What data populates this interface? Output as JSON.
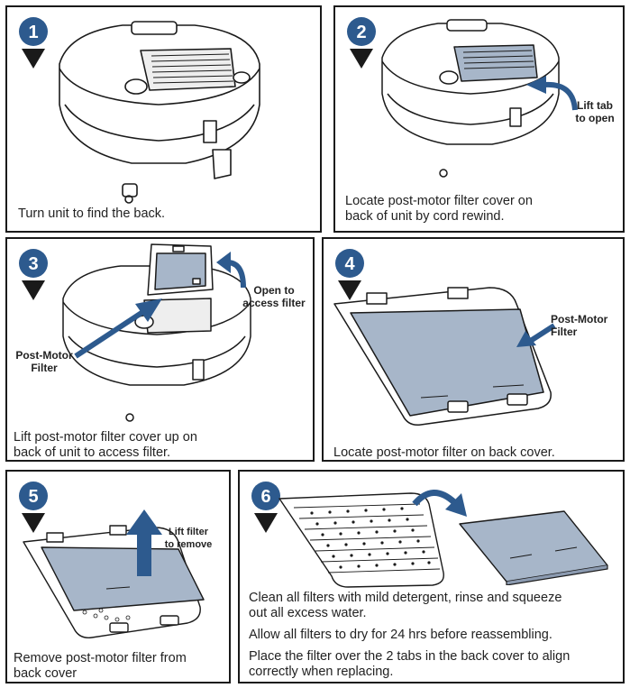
{
  "steps": [
    {
      "number": "1",
      "caption": [
        "Turn unit to find the back."
      ]
    },
    {
      "number": "2",
      "caption": [
        "Locate post-motor filter cover on",
        "back of unit by cord rewind."
      ],
      "callout": [
        "Lift tab",
        "to open"
      ]
    },
    {
      "number": "3",
      "caption": [
        "Lift post-motor filter cover up on",
        "back of unit to access filter."
      ],
      "callout_open": [
        "Open to",
        "access filter"
      ],
      "callout_filter": [
        "Post-Motor",
        "Filter"
      ]
    },
    {
      "number": "4",
      "caption": [
        "Locate post-motor filter on back cover."
      ],
      "callout": [
        "Post-Motor",
        "Filter"
      ]
    },
    {
      "number": "5",
      "caption": [
        "Remove post-motor filter from",
        "back cover"
      ],
      "callout": [
        "Lift filter",
        "to remove"
      ]
    },
    {
      "number": "6",
      "paragraphs": [
        [
          "Clean all filters with mild detergent, rinse and squeeze",
          "out all excess water."
        ],
        [
          "Allow all filters to dry for 24 hrs before reassembling."
        ],
        [
          "Place the filter over the 2 tabs in the back cover to align",
          "correctly when replacing."
        ]
      ]
    }
  ],
  "colors": {
    "accent": "#2d5a8e",
    "filter_fill": "#a7b6c9",
    "outline": "#1a1a1a"
  }
}
